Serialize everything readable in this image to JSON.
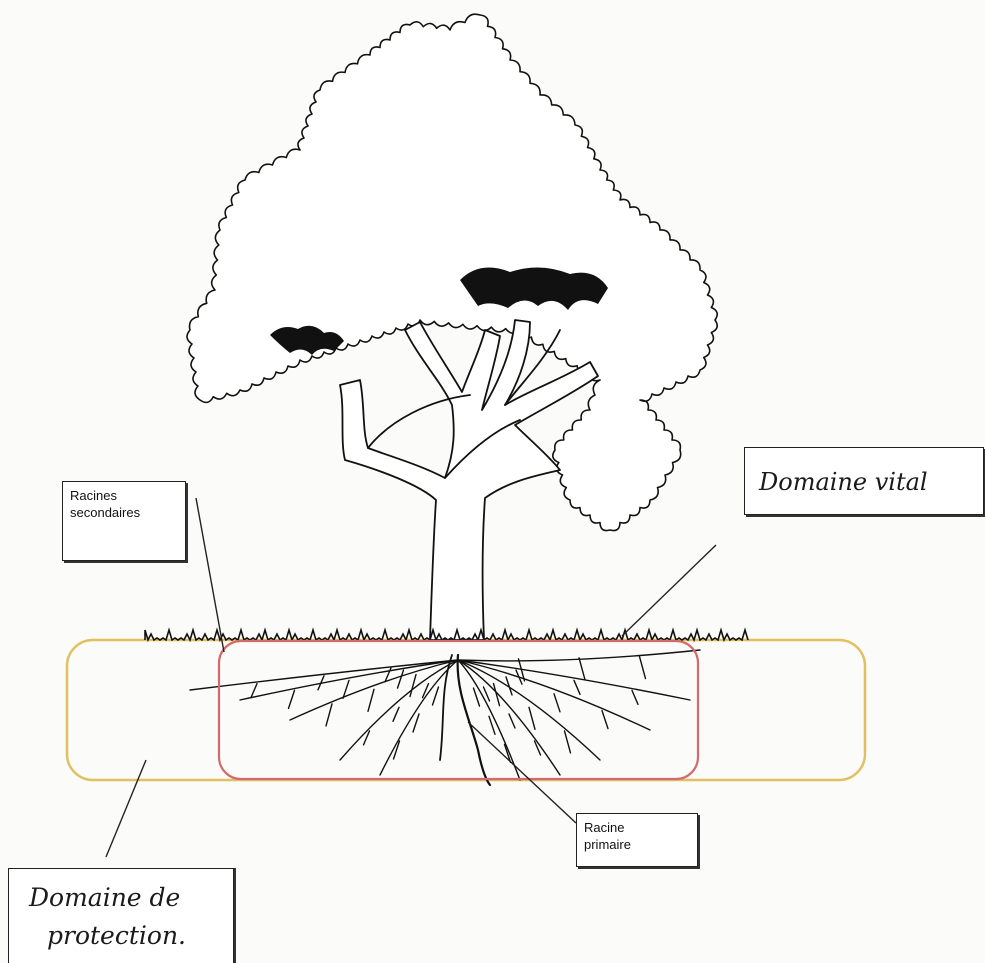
{
  "labels": {
    "secondary_roots": [
      "Racines",
      "secondaires"
    ],
    "primary_root": [
      "Racine",
      "primaire"
    ],
    "vital_domain": "Domaine vital",
    "protection_domain": [
      "Domaine de",
      "protection."
    ]
  },
  "colors": {
    "protection_zone": "#e0c060",
    "vital_zone": "#d26b6b",
    "ink": "#111111",
    "paper": "#fbfbf9"
  }
}
